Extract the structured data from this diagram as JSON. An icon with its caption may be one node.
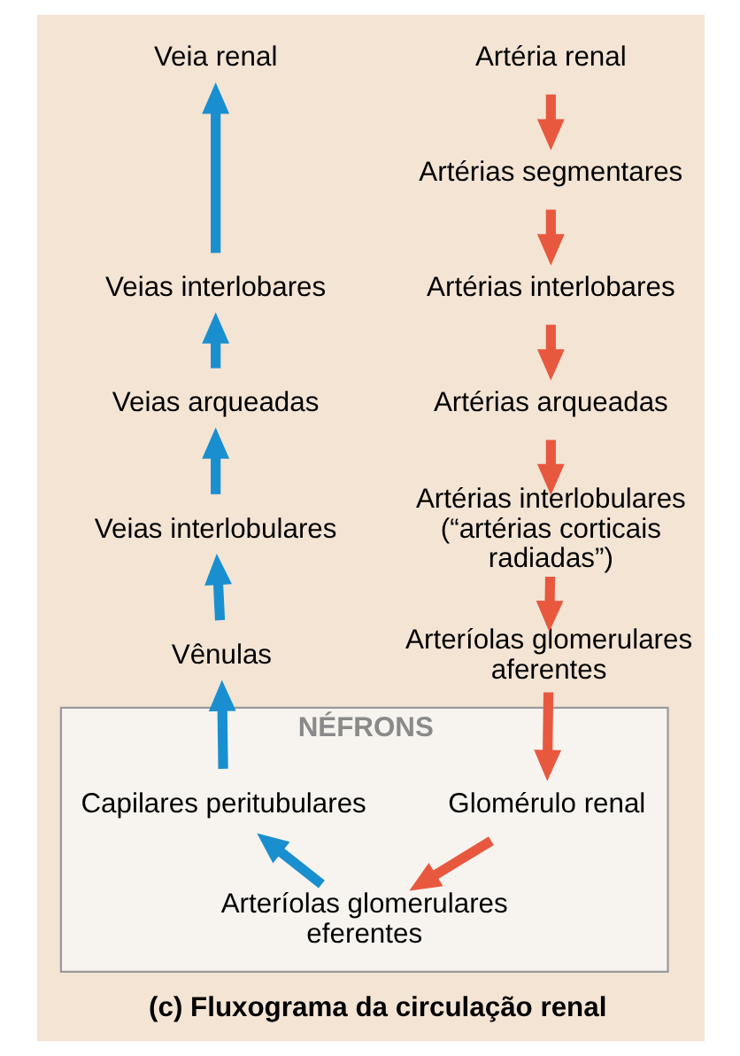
{
  "diagram": {
    "caption": "(c) Fluxograma da circulação renal",
    "nodes": [
      {
        "text": [
          "Veia renal"
        ]
      },
      {
        "text": [
          "Veias interlobares"
        ]
      },
      {
        "text": [
          "Veias arqueadas"
        ]
      },
      {
        "text": [
          "Veias interlobulares"
        ]
      },
      {
        "text": [
          "Vênulas"
        ]
      },
      {
        "text": [
          "NÉFRONS"
        ]
      },
      {
        "text": [
          "Capilares peritubulares"
        ],
        "in": 5
      },
      {
        "text": [
          "Artéria renal"
        ]
      },
      {
        "text": [
          "Artérias segmentares"
        ]
      },
      {
        "text": [
          "Artérias interlobares"
        ]
      },
      {
        "text": [
          "Artérias arqueadas"
        ]
      },
      {
        "text": [
          "Artérias interlobulares (“artérias corticais radiadas”)"
        ]
      },
      {
        "text": [
          "Arteríolas glomerulares aferentes"
        ]
      },
      {
        "text": [
          "Glomérulo renal"
        ],
        "in": 5
      },
      {
        "text": [
          "Arteríolas glomerulares eferentes"
        ],
        "in": 5
      }
    ],
    "edges": [
      {
        "from": 7,
        "to": 8,
        "arrow": "to",
        "color": "#e8583f"
      },
      {
        "from": 8,
        "to": 9,
        "arrow": "to",
        "color": "#e8583f"
      },
      {
        "from": 9,
        "to": 10,
        "arrow": "to",
        "color": "#e8583f"
      },
      {
        "from": 10,
        "to": 11,
        "arrow": "to",
        "color": "#e8583f"
      },
      {
        "from": 11,
        "to": 12,
        "arrow": "to",
        "color": "#e8583f"
      },
      {
        "from": 12,
        "to": 13,
        "arrow": "to",
        "color": "#e8583f"
      },
      {
        "from": 13,
        "to": 14,
        "arrow": "to",
        "color": "#e8583f"
      },
      {
        "from": 14,
        "to": 6,
        "arrow": "to",
        "color": "#1a8fd0"
      },
      {
        "from": 6,
        "to": 4,
        "arrow": "to",
        "color": "#1a8fd0"
      },
      {
        "from": 4,
        "to": 3,
        "arrow": "to",
        "color": "#1a8fd0"
      },
      {
        "from": 3,
        "to": 2,
        "arrow": "to",
        "color": "#1a8fd0"
      },
      {
        "from": 2,
        "to": 1,
        "arrow": "to",
        "color": "#1a8fd0"
      },
      {
        "from": 1,
        "to": 0,
        "arrow": "to",
        "color": "#1a8fd0"
      }
    ]
  }
}
